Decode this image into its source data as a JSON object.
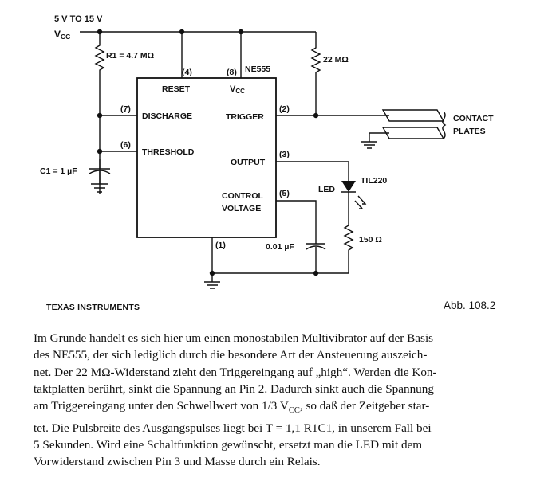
{
  "circuit": {
    "supply_range": "5 V TO 15 V",
    "vcc_label": "V",
    "vcc_sub": "CC",
    "r1_label": "R1 = 4.7 MΩ",
    "r_pullup_label": "22 MΩ",
    "c1_label": "C1 = 1 µF",
    "c_control_label": "0.01 µF",
    "r_led_label": "150 Ω",
    "led_label": "LED",
    "led_part": "TIL220",
    "contact_label_1": "CONTACT",
    "contact_label_2": "PLATES",
    "ic_name": "NE555",
    "pins": {
      "reset_num": "(4)",
      "reset": "RESET",
      "vcc_num": "(8)",
      "discharge_num": "(7)",
      "discharge": "DISCHARGE",
      "threshold_num": "(6)",
      "threshold": "THRESHOLD",
      "trigger_num": "(2)",
      "trigger": "TRIGGER",
      "output_num": "(3)",
      "output": "OUTPUT",
      "control_num": "(5)",
      "control_1": "CONTROL",
      "control_2": "VOLTAGE",
      "gnd_num": "(1)"
    }
  },
  "credit": "TEXAS INSTRUMENTS",
  "figure_number": "Abb. 108.2",
  "paragraph_lines": [
    "Im Grunde handelt es sich hier um einen monostabilen Multivibrator auf der Basis",
    "des NE555, der sich lediglich durch die besondere Art der Ansteuerung auszeich-",
    "net. Der 22 MΩ-Widerstand zieht den Triggereingang auf „high“. Werden die Kon-",
    "taktplatten berührt, sinkt die Spannung an Pin 2. Dadurch sinkt auch die Spannung",
    "am Triggereingang unter den Schwellwert von 1/3 V",
    "CC",
    ", so daß der Zeitgeber star-",
    "tet. Die Pulsbreite des Ausgangspulses liegt bei T = 1,1 R1C1, in unserem Fall bei",
    "5 Sekunden. Wird eine Schaltfunktion gewünscht, ersetzt man die LED mit dem",
    "Vorwiderstand zwischen Pin 3 und Masse durch ein Relais."
  ]
}
